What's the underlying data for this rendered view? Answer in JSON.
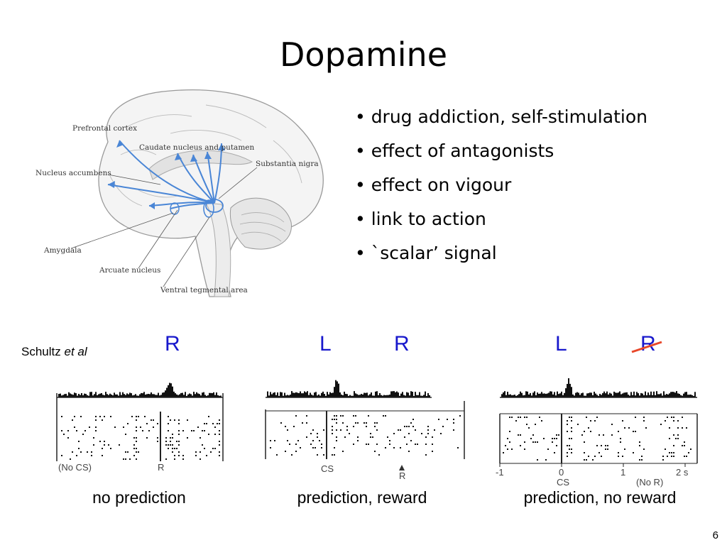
{
  "slide": {
    "title": "Dopamine",
    "page_number": "6"
  },
  "bullets": [
    "• drug addiction, self-stimulation",
    "• effect of antagonists",
    "• effect on vigour",
    "• link to action",
    "• `scalar’ signal"
  ],
  "brain_diagram": {
    "labels": {
      "prefrontal": "Prefrontal cortex",
      "caudate": "Caudate nucleus and putamen",
      "accumbens": "Nucleus accumbens",
      "nigra": "Substantia nigra",
      "amygdala": "Amygdala",
      "arcuate": "Arcuate nucleus",
      "vta": "Ventral tegmental area"
    },
    "pathway_color": "#4a86d6"
  },
  "citation": {
    "name": "Schultz",
    "etal": "et al"
  },
  "panels": [
    {
      "letters": [
        "R"
      ],
      "axis_labels": {
        "left": "(No CS)",
        "right": "R"
      },
      "caption": "no prediction"
    },
    {
      "letters": [
        "L",
        "R"
      ],
      "axis_labels": {
        "cs": "CS",
        "r": "R"
      },
      "caption": "prediction, reward"
    },
    {
      "letters": [
        "L",
        "R"
      ],
      "crossed_letter": "R",
      "axis_labels": {
        "ticks": [
          "-1",
          "0",
          "1",
          "2 s"
        ],
        "cs": "CS",
        "nor": "(No R)"
      },
      "caption": "prediction, no reward"
    }
  ],
  "colors": {
    "letter_blue": "#1818cc",
    "cross_red": "#e8472a"
  }
}
